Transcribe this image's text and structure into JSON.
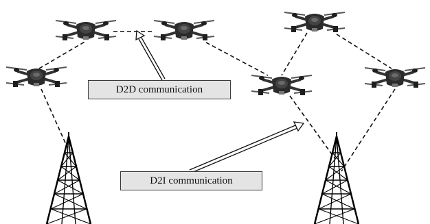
{
  "labels": {
    "d2d": "D2D communication",
    "d2i": "D2I communication"
  },
  "drones": [
    {
      "id": "drone-1"
    },
    {
      "id": "drone-2"
    },
    {
      "id": "drone-3"
    },
    {
      "id": "drone-4"
    },
    {
      "id": "drone-5"
    },
    {
      "id": "drone-6"
    }
  ],
  "towers": [
    {
      "id": "tower-left"
    },
    {
      "id": "tower-right"
    }
  ],
  "icons": {
    "drone": "quadcopter-drone-icon",
    "tower": "lattice-tower-icon"
  },
  "colors": {
    "link": "#111111",
    "label_fill": "#e4e4e4",
    "drone_body": "#2b2b2b"
  }
}
